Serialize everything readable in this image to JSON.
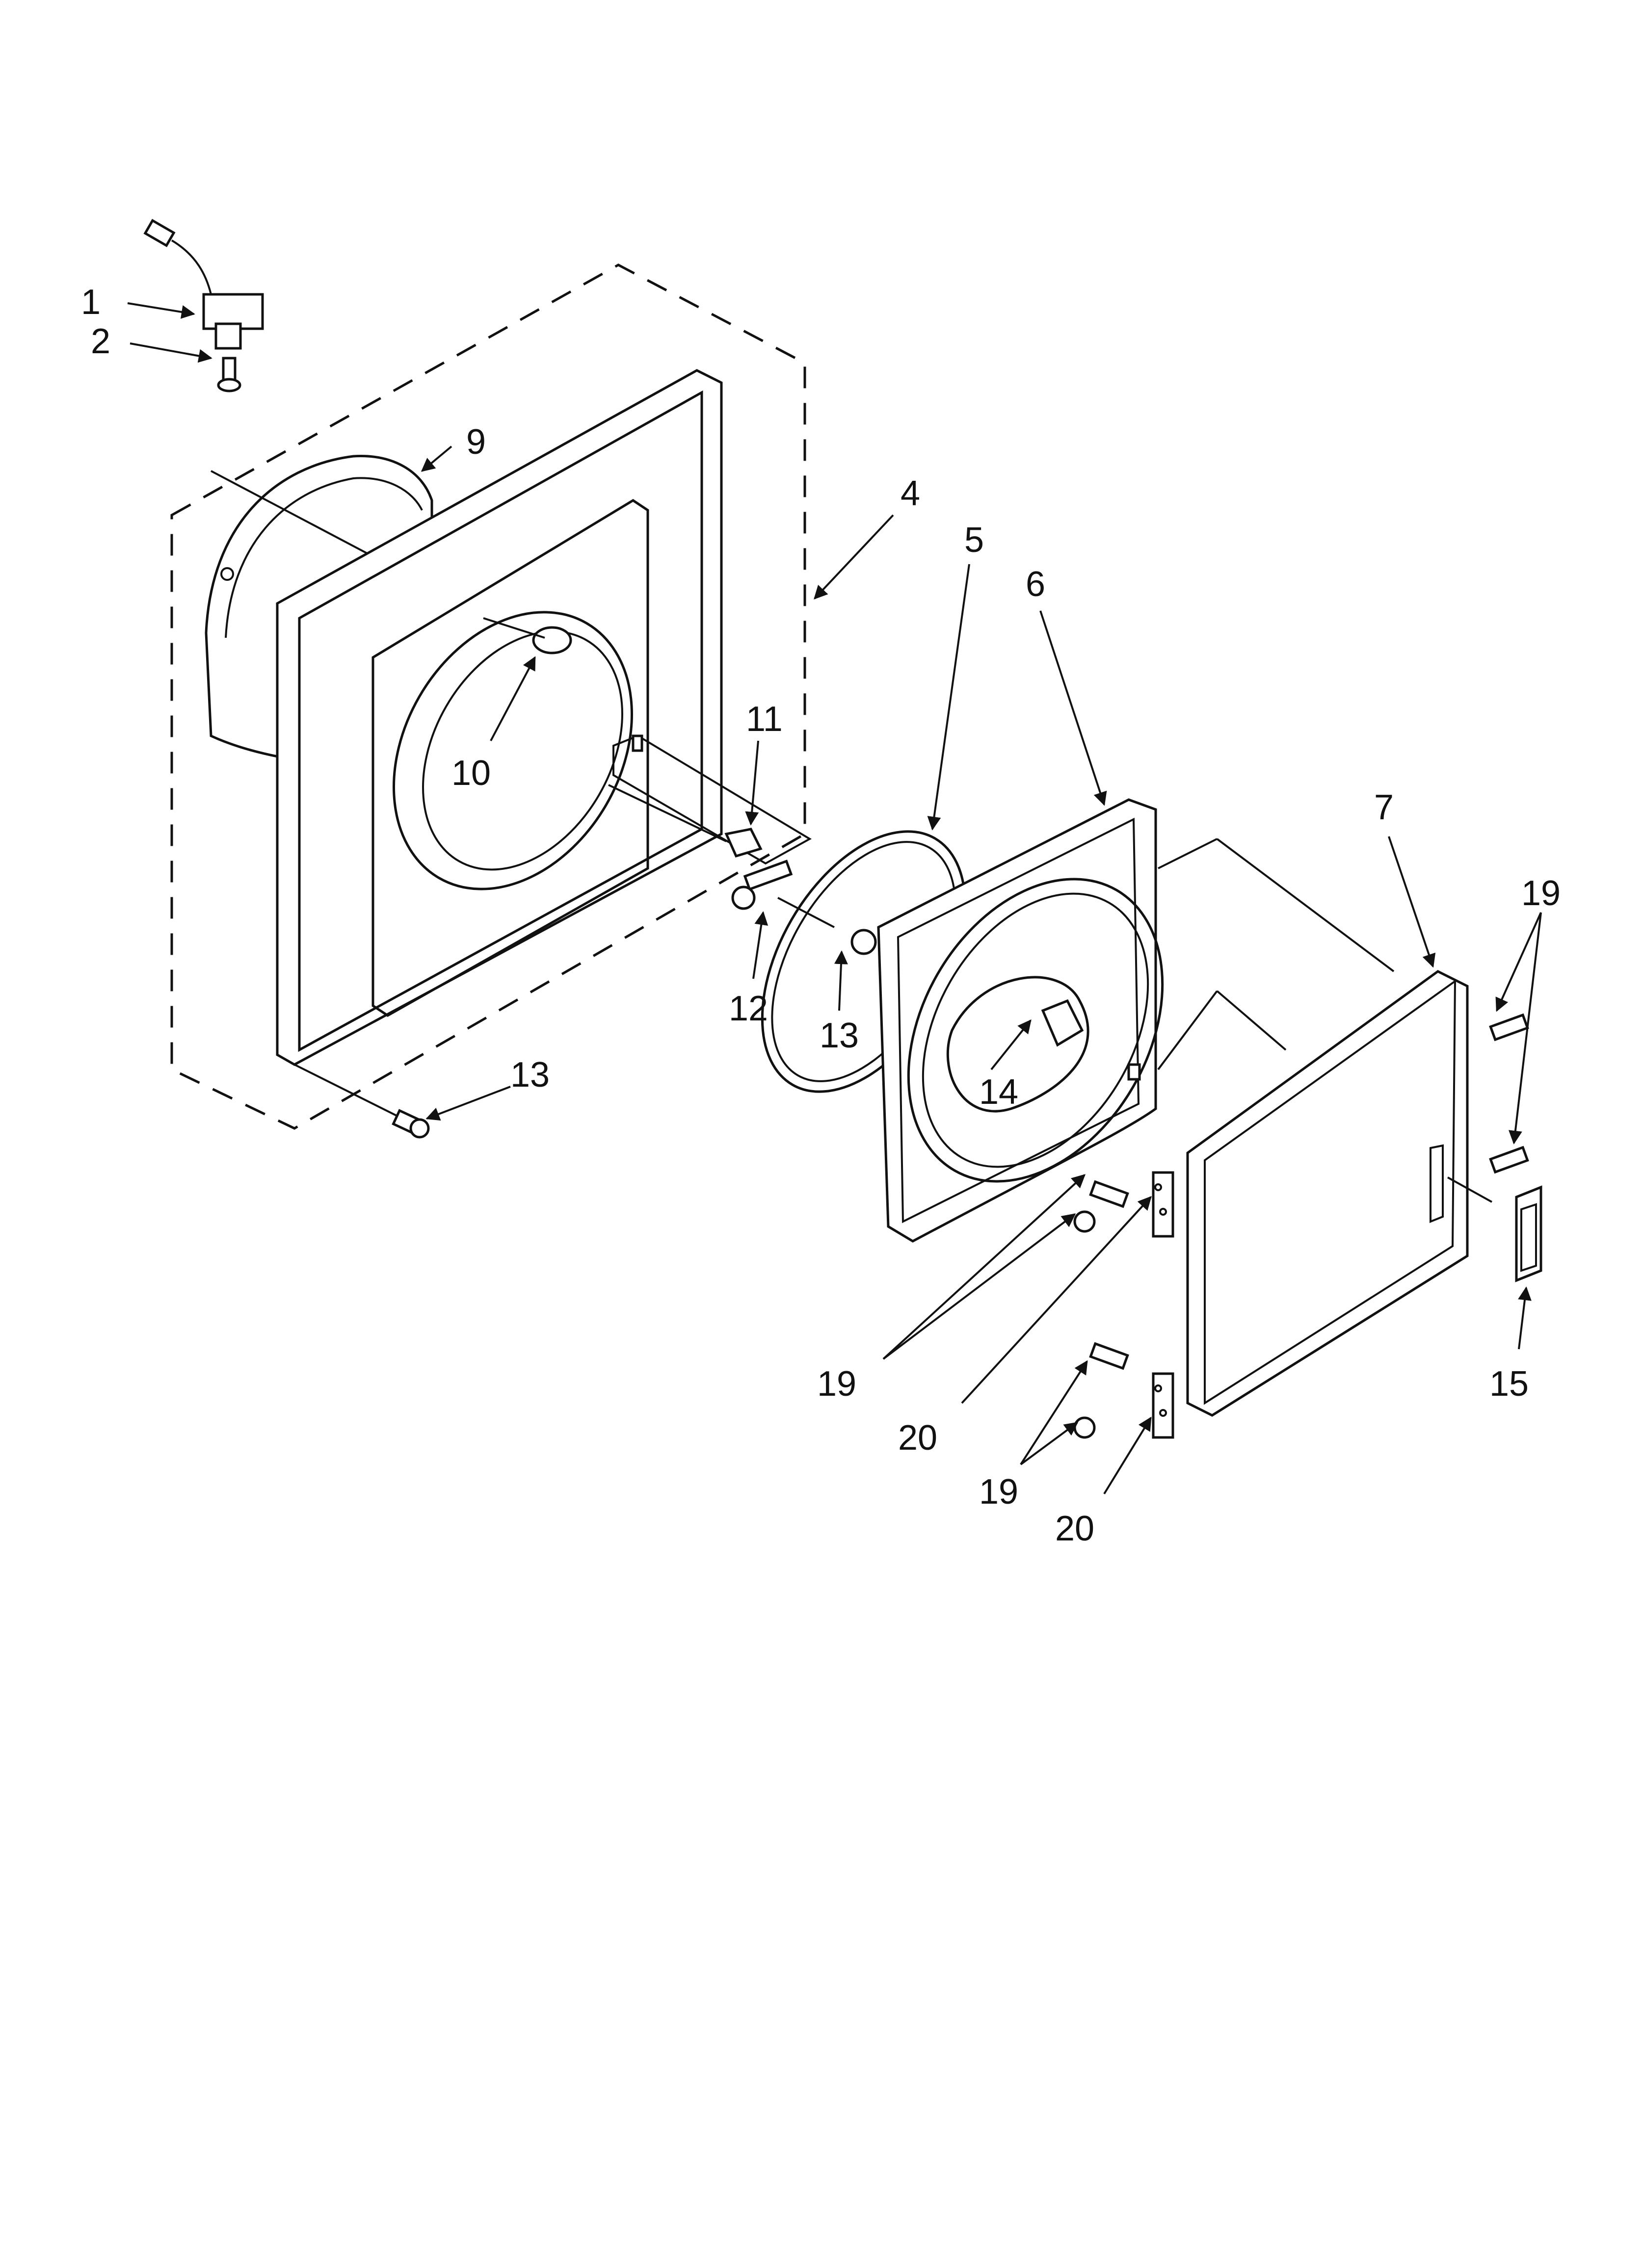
{
  "callouts": [
    {
      "id": "1",
      "text": "1"
    },
    {
      "id": "2",
      "text": "2"
    },
    {
      "id": "9",
      "text": "9"
    },
    {
      "id": "4",
      "text": "4"
    },
    {
      "id": "5",
      "text": "5"
    },
    {
      "id": "6",
      "text": "6"
    },
    {
      "id": "10",
      "text": "10"
    },
    {
      "id": "11",
      "text": "11"
    },
    {
      "id": "12",
      "text": "12"
    },
    {
      "id": "13a",
      "text": "13"
    },
    {
      "id": "13b",
      "text": "13"
    },
    {
      "id": "14",
      "text": "14"
    },
    {
      "id": "7",
      "text": "7"
    },
    {
      "id": "19a",
      "text": "19"
    },
    {
      "id": "19b",
      "text": "19"
    },
    {
      "id": "19c",
      "text": "19"
    },
    {
      "id": "20a",
      "text": "20"
    },
    {
      "id": "20b",
      "text": "20"
    },
    {
      "id": "15",
      "text": "15"
    }
  ]
}
